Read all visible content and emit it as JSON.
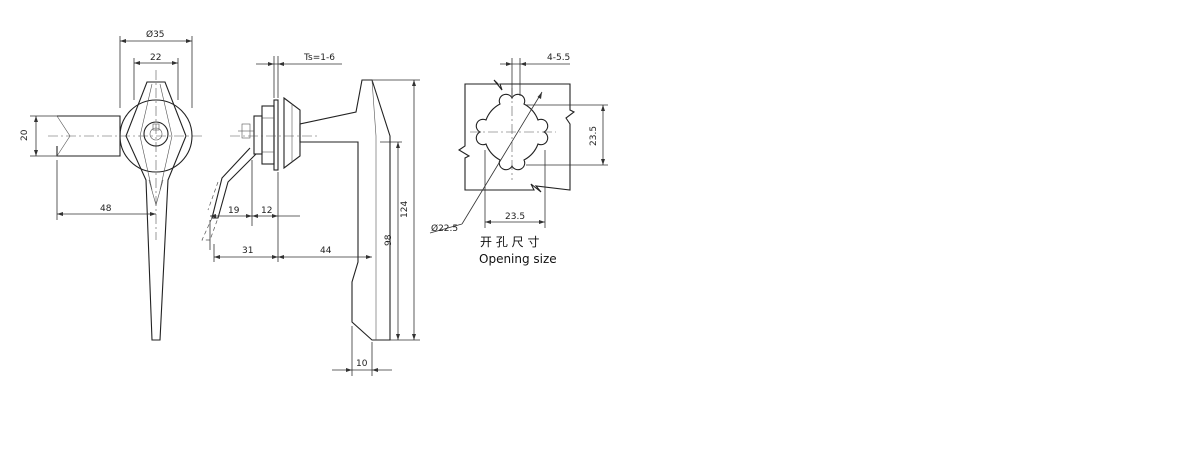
{
  "front_view": {
    "dim_width_outer": "Ø35",
    "dim_width_inner": "22",
    "dim_height_left": "20",
    "dim_length": "48"
  },
  "side_view": {
    "dim_thickness": "Ts=1-6",
    "dim_19": "19",
    "dim_12": "12",
    "dim_31": "31",
    "dim_44": "44",
    "dim_98": "98",
    "dim_124": "124",
    "dim_10": "10"
  },
  "cutout_view": {
    "dim_notch": "4-5.5",
    "dim_height": "23.5",
    "dim_width": "23.5",
    "dim_diameter": "Ø22.5",
    "caption_cn": "开 孔 尺 寸",
    "caption_en": "Opening size"
  }
}
